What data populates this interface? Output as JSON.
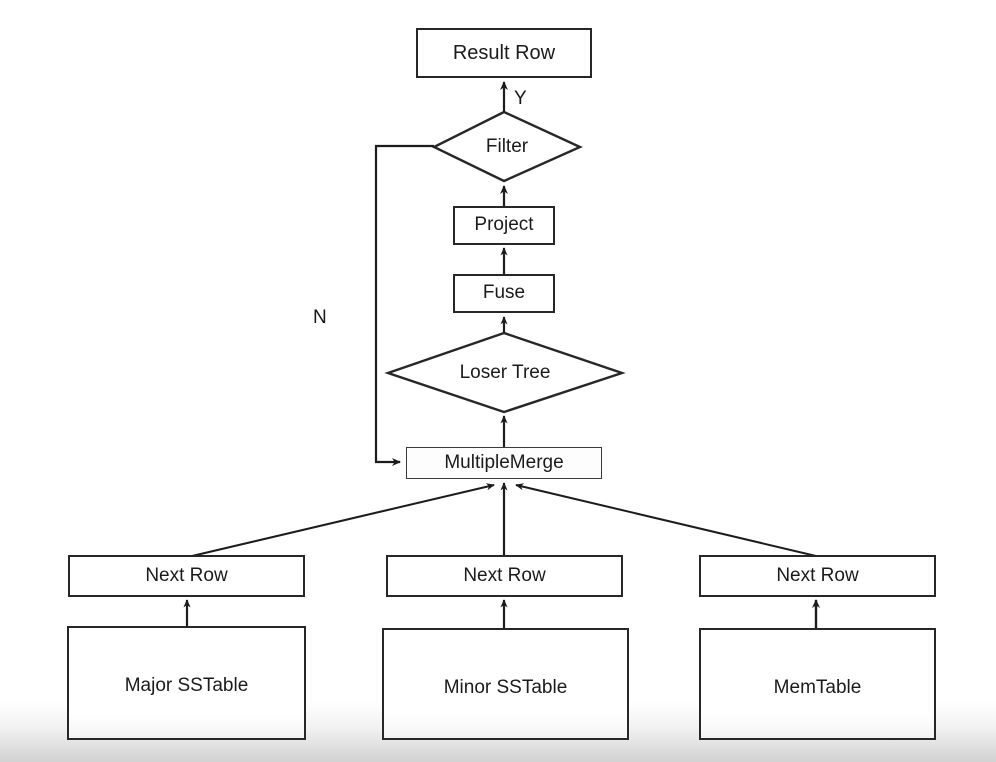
{
  "diagram": {
    "title": "LSM-tree read path flow",
    "background_color": "#ffffff",
    "stroke_color": "#272727",
    "text_color": "#1b1b1b",
    "nodes": {
      "result_row": {
        "label": "Result Row",
        "shape": "rectangle"
      },
      "filter": {
        "label": "Filter",
        "shape": "diamond"
      },
      "project": {
        "label": "Project",
        "shape": "rectangle"
      },
      "fuse": {
        "label": "Fuse",
        "shape": "rectangle"
      },
      "loser_tree": {
        "label": "Loser Tree",
        "shape": "diamond"
      },
      "multiple_merge": {
        "label": "MultipleMerge",
        "shape": "rectangle"
      },
      "next_row_left": {
        "label": "Next Row",
        "shape": "rectangle"
      },
      "next_row_middle": {
        "label": "Next Row",
        "shape": "rectangle"
      },
      "next_row_right": {
        "label": "Next Row",
        "shape": "rectangle"
      },
      "major_sstable": {
        "label": "Major SSTable",
        "shape": "rectangle"
      },
      "minor_sstable": {
        "label": "Minor SSTable",
        "shape": "rectangle"
      },
      "memtable": {
        "label": "MemTable",
        "shape": "rectangle"
      }
    },
    "edge_labels": {
      "yes": "Y",
      "no": "N"
    }
  }
}
